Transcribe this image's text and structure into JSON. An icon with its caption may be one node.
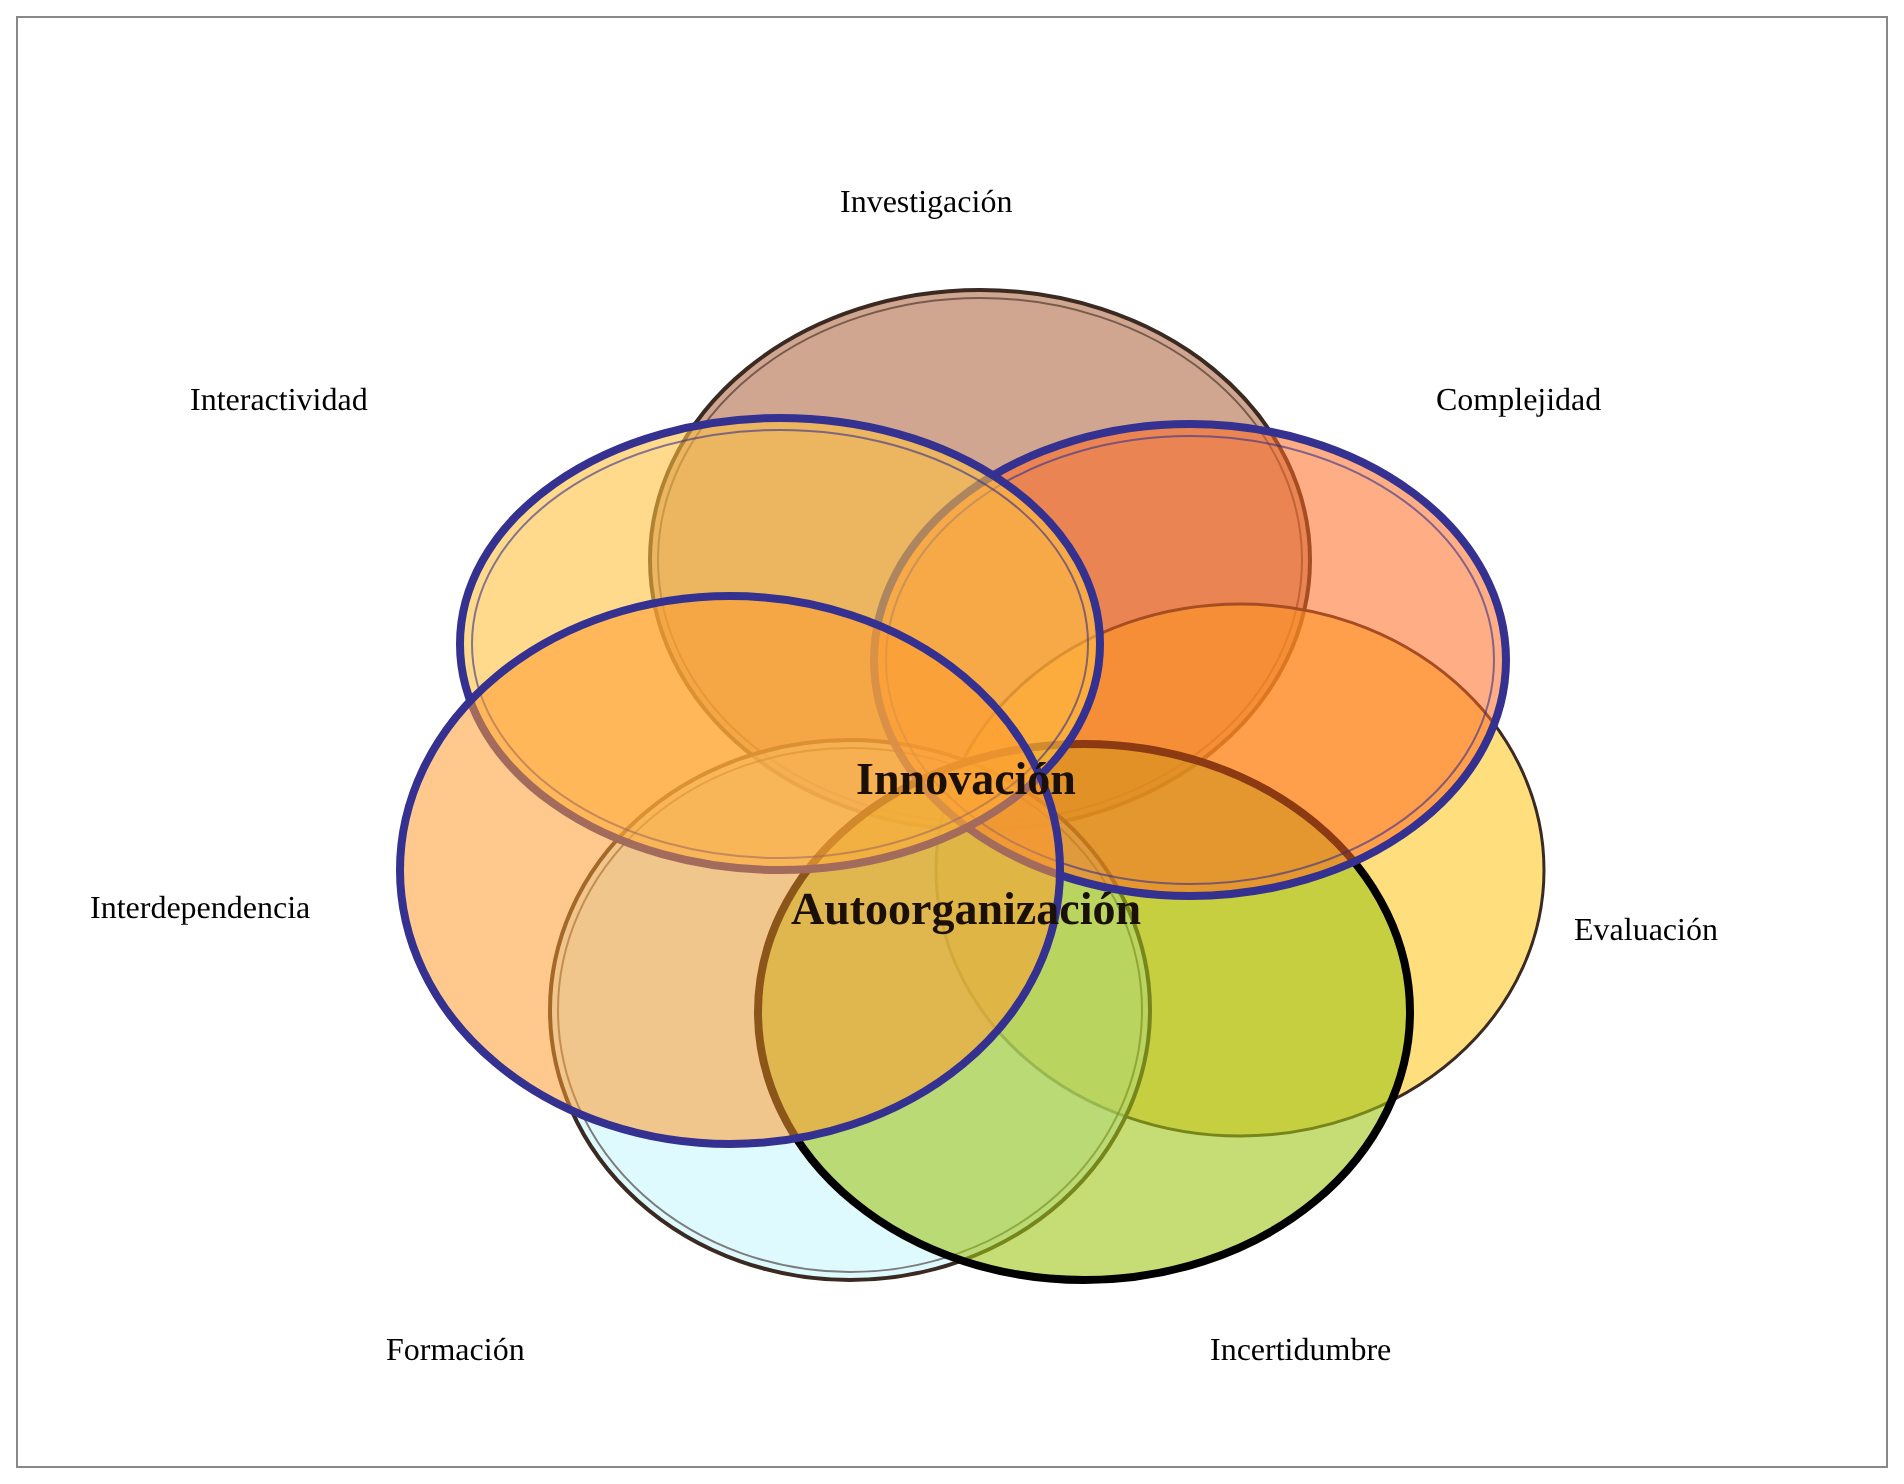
{
  "diagram": {
    "nodes": [
      {
        "text": [
          "Investigación"
        ]
      },
      {
        "text": [
          "Interactividad"
        ]
      },
      {
        "text": [
          "Complejidad"
        ]
      },
      {
        "text": [
          "Interdependencia"
        ]
      },
      {
        "text": [
          "Evaluación"
        ]
      },
      {
        "text": [
          "Formación"
        ]
      },
      {
        "text": [
          "Incertidumbre"
        ]
      }
    ],
    "edges": [],
    "labels": [
      "Innovación",
      "Autoorganización"
    ]
  }
}
